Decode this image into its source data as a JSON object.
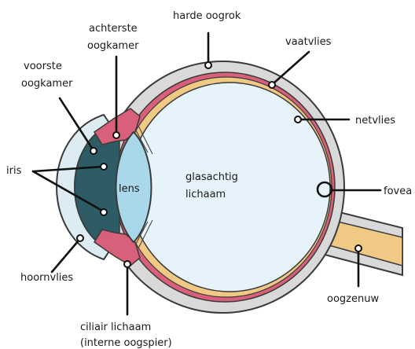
{
  "labels": {
    "harde_oogrok": "harde oogrok",
    "achterste_oogkamer_1": "achterste",
    "achterste_oogkamer_2": "oogkamer",
    "vaatvlies": "vaatvlies",
    "voorste_oogkamer_1": "voorste",
    "voorste_oogkamer_2": "oogkamer",
    "netvlies": "netvlies",
    "iris": "iris",
    "lens": "lens",
    "glasachtig_1": "glasachtig",
    "glasachtig_2": "lichaam",
    "fovea": "fovea",
    "hoornvlies": "hoornvlies",
    "oogzenuw": "oogzenuw",
    "ciliair_1": "ciliair lichaam",
    "ciliair_2": "(interne oogspier)"
  },
  "colors": {
    "sclera": "#d9d9d9",
    "outline": "#3a3a3a",
    "choroid": "#d9607a",
    "retina": "#f0c985",
    "vitreous": "#e6f3fa",
    "lens": "#a9d8ea",
    "anterior_chamber": "#2e5c66",
    "cornea": "#dcecf2",
    "optic_nerve": "#f0c985",
    "leader": "#111111"
  }
}
